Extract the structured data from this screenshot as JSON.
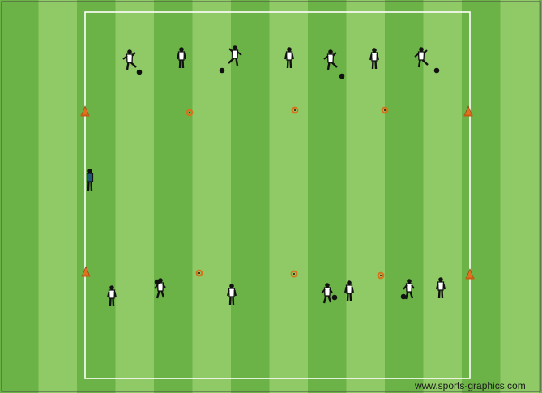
{
  "drill": {
    "watermark": "www.sports-graphics.com",
    "pitch_colors": {
      "light": "#8fca66",
      "dark": "#6cb347",
      "line": "#ffffff",
      "border": "#4a4a4a"
    },
    "top_row": {
      "players": [
        {
          "pose": "kick",
          "has_ball": true
        },
        {
          "pose": "stand",
          "has_ball": false
        },
        {
          "pose": "kick",
          "has_ball": true
        },
        {
          "pose": "stand",
          "has_ball": false
        },
        {
          "pose": "kick",
          "has_ball": true
        },
        {
          "pose": "stand",
          "has_ball": false
        },
        {
          "pose": "kick",
          "has_ball": true
        }
      ]
    },
    "bottom_row": {
      "players": [
        {
          "pose": "stand",
          "has_ball": false
        },
        {
          "pose": "dribble",
          "has_ball": true
        },
        {
          "pose": "stand",
          "has_ball": false
        },
        {
          "pose": "dribble",
          "has_ball": true
        },
        {
          "pose": "stand",
          "has_ball": false
        },
        {
          "pose": "dribble",
          "has_ball": true
        },
        {
          "pose": "stand",
          "has_ball": false
        }
      ]
    },
    "coach": {
      "pose": "stand"
    },
    "cones": {
      "color": "#e2701f",
      "count": 4
    },
    "markers": {
      "color": "#d4731b",
      "count": 6
    }
  }
}
